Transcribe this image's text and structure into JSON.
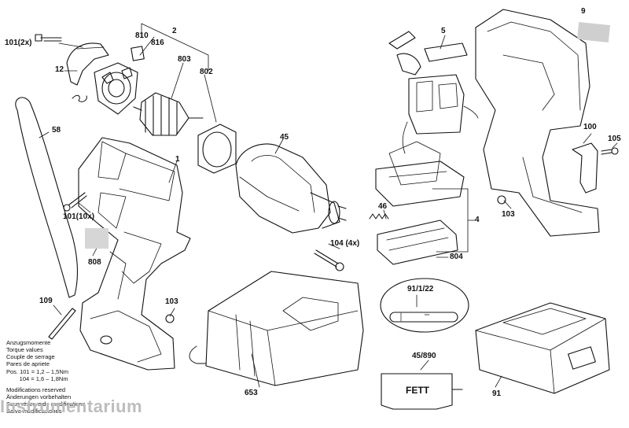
{
  "labels": [
    {
      "id": "101-2x",
      "text": "101(2x)"
    },
    {
      "id": "12",
      "text": "12"
    },
    {
      "id": "810",
      "text": "810"
    },
    {
      "id": "816",
      "text": "816"
    },
    {
      "id": "2",
      "text": "2"
    },
    {
      "id": "803",
      "text": "803"
    },
    {
      "id": "802",
      "text": "802"
    },
    {
      "id": "58",
      "text": "58"
    },
    {
      "id": "1",
      "text": "1"
    },
    {
      "id": "45",
      "text": "45"
    },
    {
      "id": "101-10x",
      "text": "101(10x)"
    },
    {
      "id": "808",
      "text": "808"
    },
    {
      "id": "109",
      "text": "109"
    },
    {
      "id": "103-left",
      "text": "103"
    },
    {
      "id": "653",
      "text": "653"
    },
    {
      "id": "5",
      "text": "5"
    },
    {
      "id": "9",
      "text": "9"
    },
    {
      "id": "100",
      "text": "100"
    },
    {
      "id": "105",
      "text": "105"
    },
    {
      "id": "103-right",
      "text": "103"
    },
    {
      "id": "46",
      "text": "46"
    },
    {
      "id": "4",
      "text": "4"
    },
    {
      "id": "104-4x",
      "text": "104 (4x)"
    },
    {
      "id": "804",
      "text": "804"
    },
    {
      "id": "91-1-22",
      "text": "91/1/22"
    },
    {
      "id": "45-890",
      "text": "45/890"
    },
    {
      "id": "91",
      "text": "91"
    }
  ],
  "fett_label": "FETT",
  "notes": [
    "Anzugsmomente",
    "Torque values",
    "Couple de serrage",
    "Pares de apriete",
    "Pos. 101 = 1,2 – 1,5Nm",
    "        104 = 1,6 – 1,8Nm",
    "Modifications reserved",
    "Änderungen vorbehalten",
    "Sous réserve de modifications",
    "Salvo modificaciones"
  ],
  "watermark": "Instrumentarium"
}
